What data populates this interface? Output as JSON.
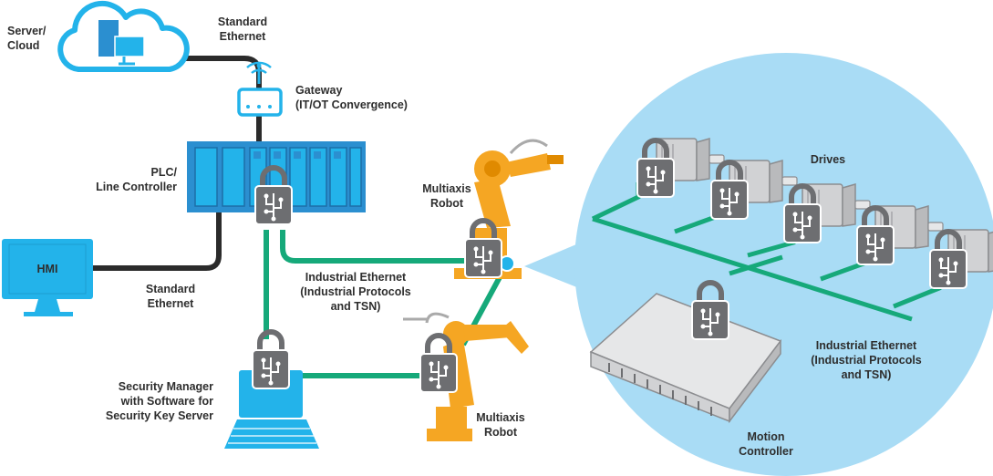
{
  "labels": {
    "server_cloud": [
      "Server/",
      "Cloud"
    ],
    "standard_ethernet_top": [
      "Standard",
      "Ethernet"
    ],
    "gateway": [
      "Gateway",
      "(IT/OT Convergence)"
    ],
    "plc": [
      "PLC/",
      "Line Controller"
    ],
    "hmi": "HMI",
    "standard_ethernet_left": [
      "Standard",
      "Ethernet"
    ],
    "robot_top": [
      "Multiaxis",
      "Robot"
    ],
    "industrial_ethernet_center": [
      "Industrial Ethernet",
      "(Industrial Protocols",
      "and TSN)"
    ],
    "security_manager": [
      "Security Manager",
      "with Software for",
      "Security Key Server"
    ],
    "robot_bottom": [
      "Multiaxis",
      "Robot"
    ],
    "drives": "Drives",
    "industrial_ethernet_right": [
      "Industrial Ethernet",
      "(Industrial Protocols",
      "and TSN)"
    ],
    "motion_controller": [
      "Motion",
      "Controller"
    ]
  },
  "colors": {
    "ethernet_cable": "#2b2b2b",
    "industrial_ethernet": "#16a97a",
    "device_blue": "#23b3ea",
    "plc_blue": "#2b8fd0",
    "robot_orange": "#f5a623",
    "bubble": "#a9dcf5",
    "lock_gray": "#6d6e71",
    "drive_gray": "#b9babc",
    "text": "#2e2e2e"
  },
  "icons": [
    "cloud-icon",
    "server-icon",
    "router-icon",
    "plc-rack-icon",
    "monitor-icon",
    "laptop-icon",
    "robot-arm-icon",
    "servo-motor-icon",
    "motion-controller-icon",
    "padlock-icon"
  ]
}
